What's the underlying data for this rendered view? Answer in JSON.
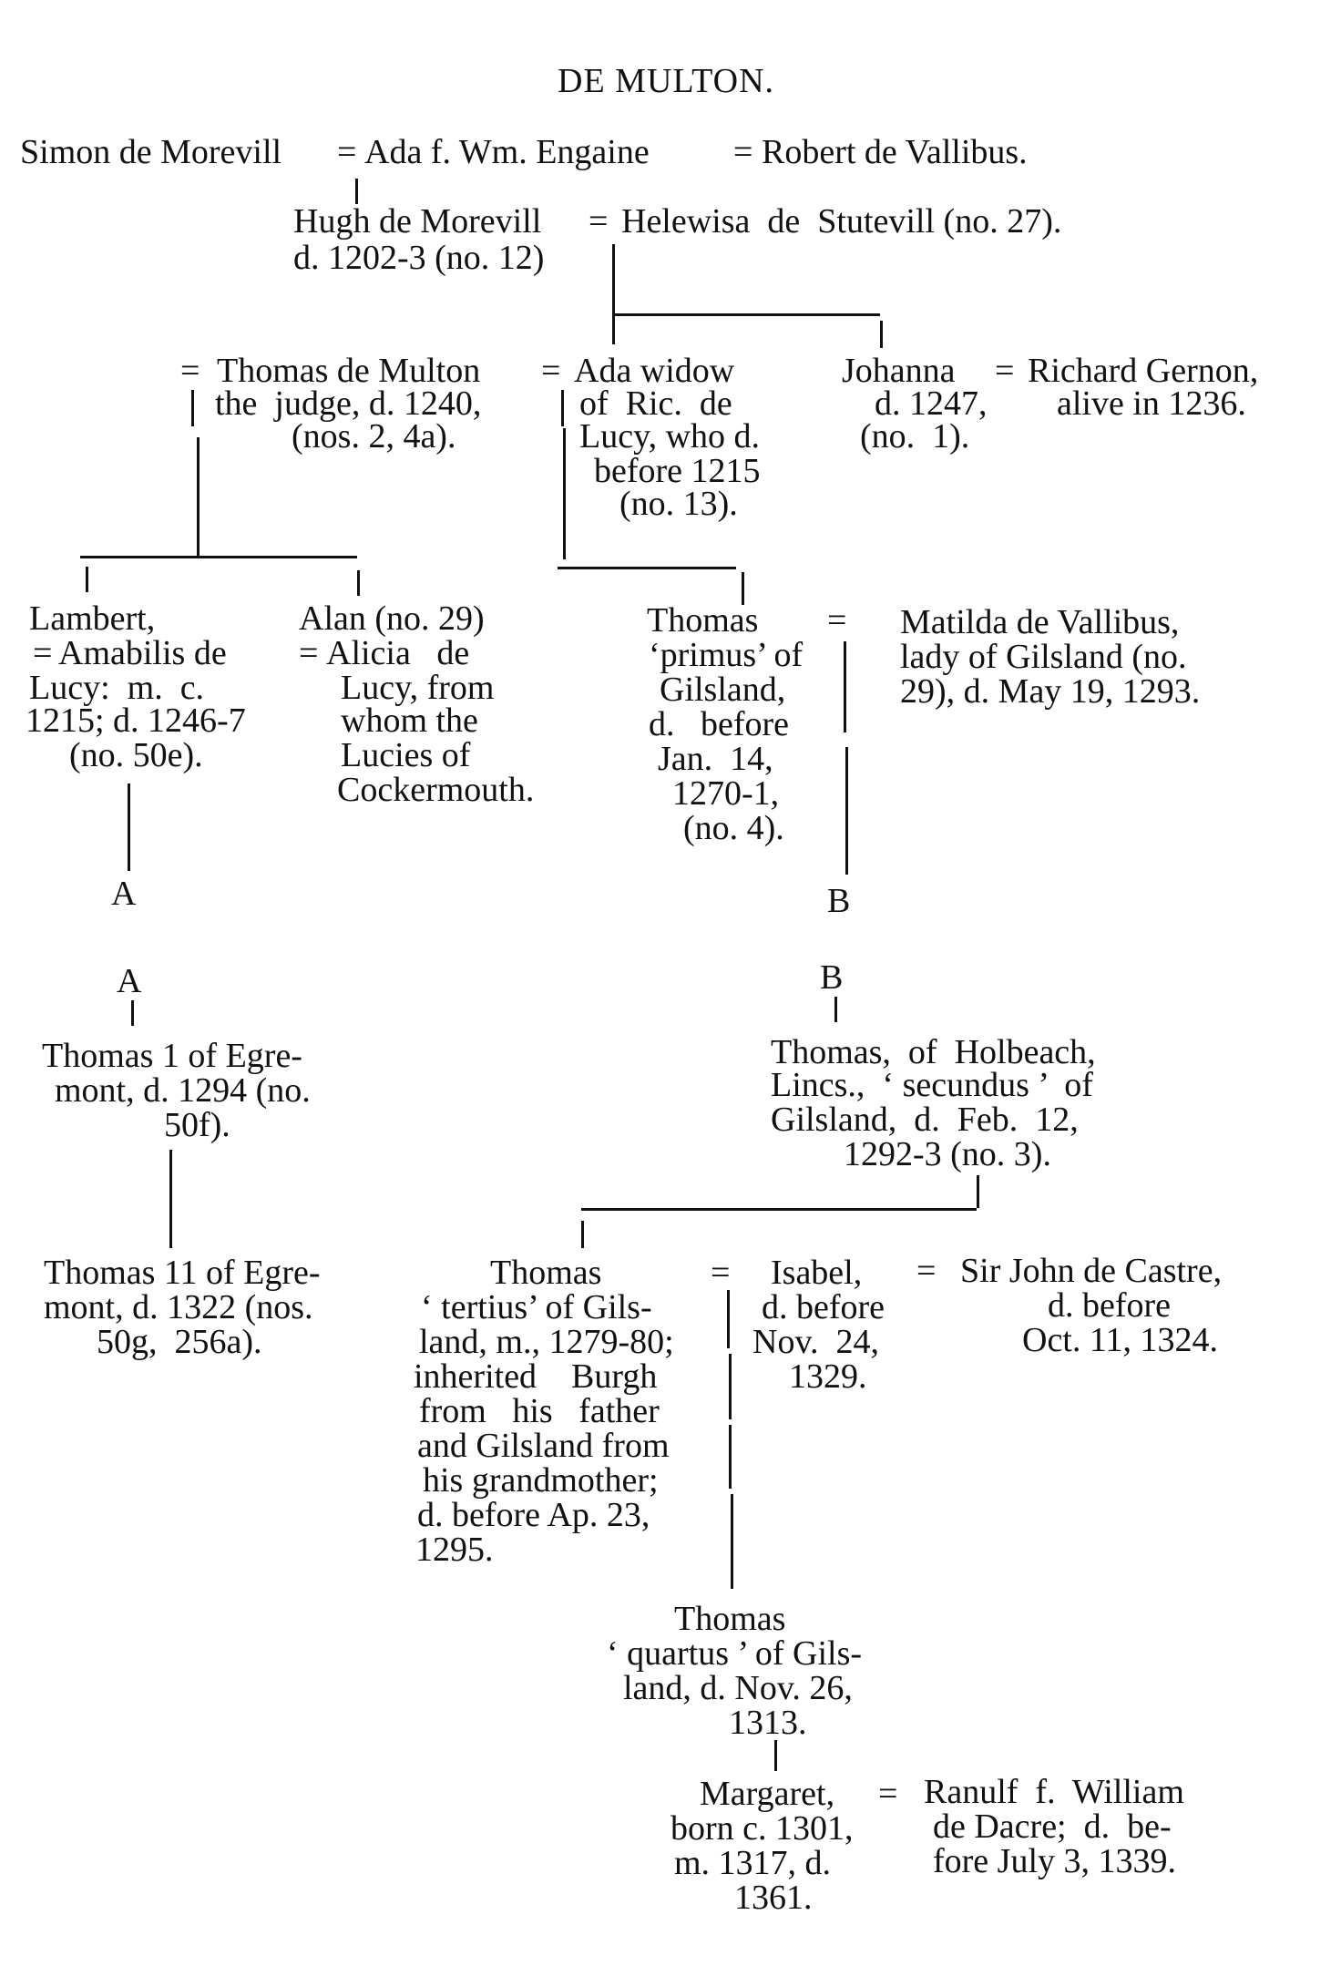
{
  "title": "DE MULTON.",
  "nodes": {
    "simon": [
      "Simon de Morevill"
    ],
    "ada_engaine": [
      "Ada f. Wm. Engaine"
    ],
    "robert_vallibus": [
      "Robert de Vallibus."
    ],
    "hugh": [
      "Hugh de Morevill",
      "d. 1202-3 (no. 12)"
    ],
    "helewisa": [
      "Helewisa  de  Stutevill (no. 27)."
    ],
    "thomas_judge": [
      "Thomas de Multon",
      "the  judge, d. 1240,",
      "(nos. 2, 4a)."
    ],
    "ada_widow": [
      "Ada widow",
      "of  Ric.  de",
      "Lucy, who d.",
      "before 1215",
      "(no. 13)."
    ],
    "johanna": [
      "Johanna",
      "d. 1247,",
      "(no.  1)."
    ],
    "richard_gernon": [
      "Richard Gernon,",
      "alive in 1236."
    ],
    "lambert": [
      "Lambert,",
      "Amabilis de",
      "Lucy:  m.  c.",
      "1215; d. 1246-7",
      "(no. 50e)."
    ],
    "alan": [
      "Alan (no. 29)",
      "Alicia   de",
      "Lucy, from",
      "whom the",
      "Lucies of",
      "Cockermouth."
    ],
    "thomas_primus": [
      "Thomas",
      "‘primus’ of",
      "Gilsland,",
      "d.   before",
      "Jan.  14,",
      "1270-1,",
      "(no. 4)."
    ],
    "matilda": [
      "Matilda de Vallibus,",
      "lady of Gilsland (no.",
      "29), d. May 19, 1293."
    ],
    "marker_a": "A",
    "marker_b": "B",
    "thomas_egremont_1": [
      "Thomas 1 of Egre-",
      "mont, d. 1294 (no.",
      "50f)."
    ],
    "thomas_holbeach": [
      "Thomas,  of  Holbeach,",
      "Lincs.,  ‘ secundus ’  of",
      "Gilsland,  d.  Feb.  12,",
      "1292-3 (no. 3)."
    ],
    "thomas_egremont_2": [
      "Thomas 11 of Egre-",
      "mont, d. 1322 (nos.",
      "50g,  256a)."
    ],
    "thomas_tertius": [
      "Thomas",
      "‘ tertius’ of Gils-",
      "land, m., 1279-80;",
      "inherited    Burgh",
      "from   his   father",
      "and Gilsland from",
      "his grandmother;",
      "d. before Ap. 23,",
      "1295."
    ],
    "isabel": [
      "Isabel,",
      "d. before",
      "Nov.  24,",
      "1329."
    ],
    "john_castre": [
      "Sir John de Castre,",
      "d. before",
      "Oct. 11, 1324."
    ],
    "thomas_quartus": [
      "Thomas",
      "‘ quartus ’ of Gils-",
      "land, d. Nov. 26,",
      "1313."
    ],
    "margaret": [
      "Margaret,",
      "born c. 1301,",
      "m. 1317, d.",
      "1361."
    ],
    "ranulf": [
      "Ranulf  f.  William",
      "de Dacre;  d.  be-",
      "fore July 3, 1339."
    ]
  },
  "marriage_sign": "="
}
